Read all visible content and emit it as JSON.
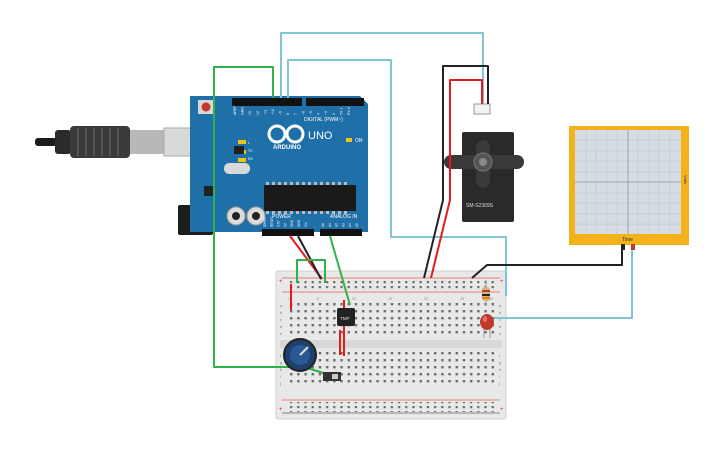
{
  "arduino": {
    "brand_text": "ARDUINO",
    "model_text": "UNO",
    "digital_header_label": "DIGITAL (PWM~)",
    "power_label": "POWER",
    "analog_label": "ANALOG IN",
    "on_label": "ON",
    "led_labels": [
      "L",
      "TX",
      "RX"
    ],
    "top_pin_labels": [
      "AREF",
      "GND",
      "13",
      "12",
      "~11",
      "~10",
      "~9",
      "8",
      "7",
      "~6",
      "~5",
      "4",
      "~3",
      "2",
      "TX 1",
      "RX 0"
    ],
    "power_pin_labels": [
      "IOREF",
      "RESET",
      "3.3V",
      "5V",
      "GND",
      "GND",
      "Vin"
    ],
    "analog_pin_labels": [
      "A0",
      "A1",
      "A2",
      "A3",
      "A4",
      "A5"
    ]
  },
  "servo": {
    "model_label": "SM-S2309S"
  },
  "ic": {
    "label": "TMP"
  },
  "scope": {
    "label": "Time",
    "side_label": "V/div"
  },
  "breadboard": {
    "column_numbers": [
      "1",
      "5",
      "10",
      "15",
      "20",
      "25",
      "30"
    ],
    "row_letters_top": [
      "a",
      "b",
      "c",
      "d",
      "e"
    ],
    "row_letters_bottom": [
      "f",
      "g",
      "h",
      "i",
      "j"
    ]
  },
  "colors": {
    "board": "#1f6fa8",
    "wire_red": "#e31b1b",
    "wire_black": "#222222",
    "wire_green": "#2fb24a",
    "wire_cyan": "#7fc5d3",
    "scope_frame": "#f3b21a",
    "scope_screen": "#d5dde3"
  }
}
